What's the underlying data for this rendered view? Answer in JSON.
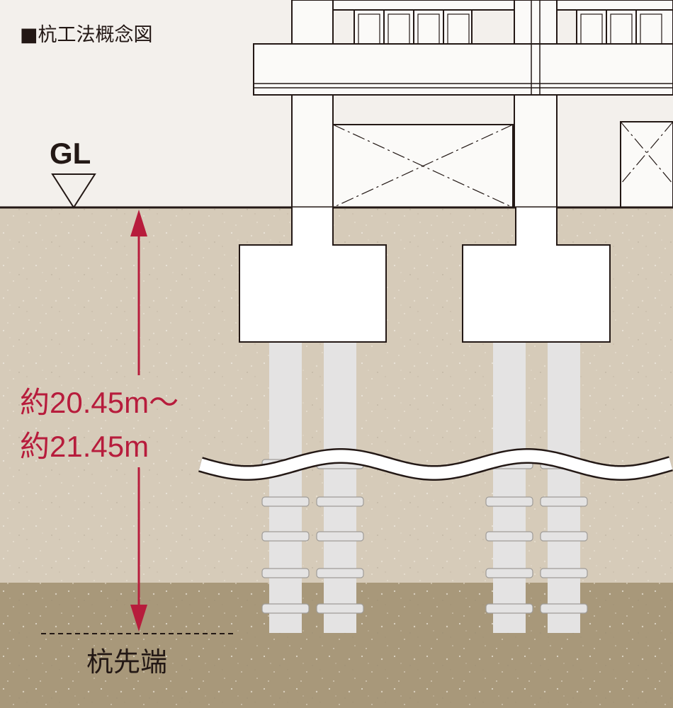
{
  "title": "■杭工法概念図",
  "ground_level_label": "GL",
  "depth_label": {
    "line1": "約20.45m〜",
    "line2": "約21.45m"
  },
  "pile_tip_label": "杭先端",
  "colors": {
    "background": "#f3f0ec",
    "soil_upper": "#d6cbb9",
    "soil_lower": "#a8987a",
    "pile": "#e4e3e3",
    "structure_line": "#231815",
    "dimension_accent": "#b71c3c"
  },
  "icons": {
    "ground_level_marker": "inverted-triangle-icon",
    "dimension_arrow": "double-arrow-icon"
  }
}
